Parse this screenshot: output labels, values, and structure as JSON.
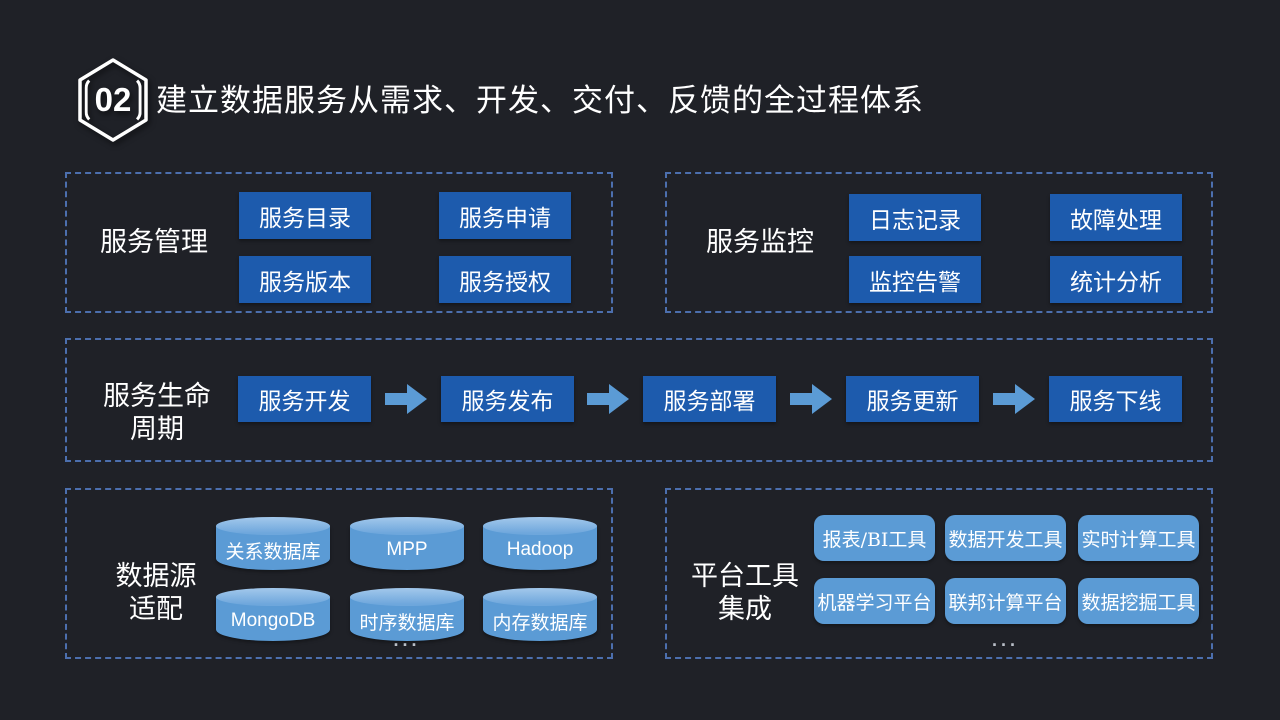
{
  "header": {
    "badge": "02",
    "title": "建立数据服务从需求、开发、交付、反馈的全过程体系"
  },
  "colors": {
    "background": "#1f2127",
    "accent_dark_blue": "#1d5bad",
    "accent_light_blue": "#5b9bd5",
    "panel_border": "#4c6fae",
    "text": "#ffffff"
  },
  "panels": {
    "management": {
      "label": "服务管理",
      "items": [
        "服务目录",
        "服务申请",
        "服务版本",
        "服务授权"
      ]
    },
    "monitoring": {
      "label": "服务监控",
      "items": [
        "日志记录",
        "故障处理",
        "监控告警",
        "统计分析"
      ]
    },
    "lifecycle": {
      "label_line1": "服务生命",
      "label_line2": "周期",
      "steps": [
        "服务开发",
        "服务发布",
        "服务部署",
        "服务更新",
        "服务下线"
      ]
    },
    "data_sources": {
      "label_line1": "数据源",
      "label_line2": "适配",
      "items": [
        "关系数据库",
        "MPP",
        "Hadoop",
        "MongoDB",
        "时序数据库",
        "内存数据库"
      ],
      "ellipsis": "..."
    },
    "platform_tools": {
      "label_line1": "平台工具",
      "label_line2": "集成",
      "items": [
        "报表/BI工具",
        "数据开发工具",
        "实时计算工具",
        "机器学习平台",
        "联邦计算平台",
        "数据挖掘工具"
      ],
      "ellipsis": "..."
    }
  }
}
